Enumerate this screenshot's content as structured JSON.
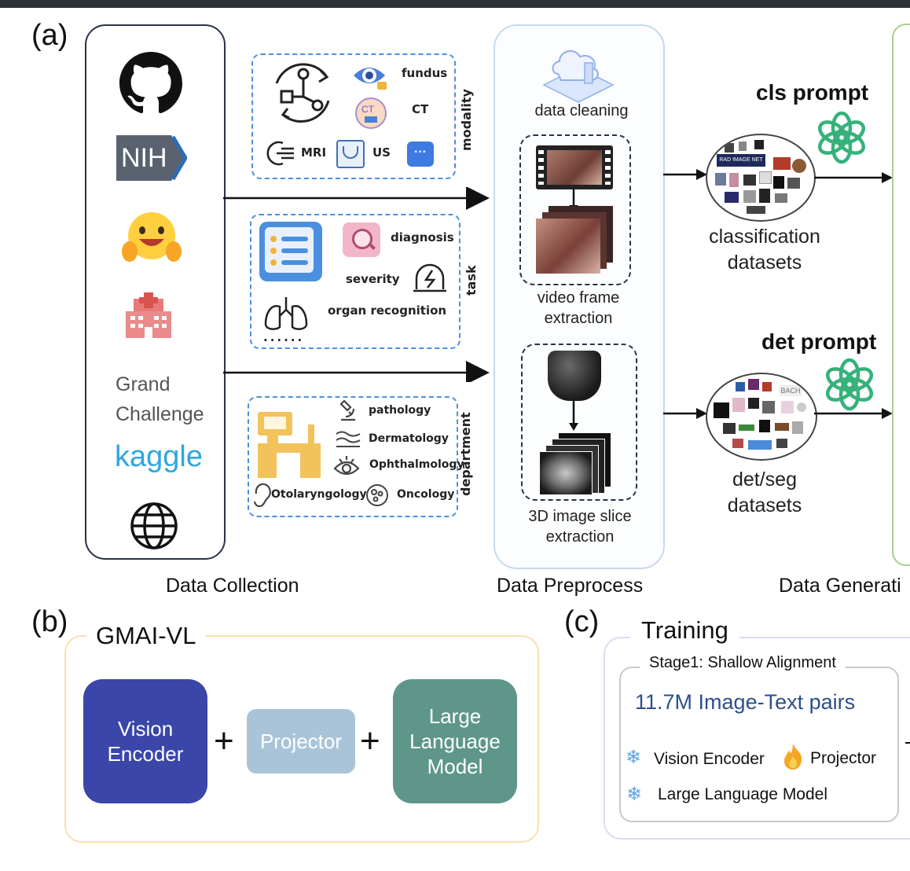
{
  "panel_labels": {
    "a": "(a)",
    "b": "(b)",
    "c": "(c)"
  },
  "sources": {
    "nih": "NIH",
    "grand_challenge_line1": "Grand",
    "grand_challenge_line2": "Challenge",
    "kaggle": "kaggle"
  },
  "modality": {
    "label": "modality",
    "items": {
      "fundus": "fundus",
      "ct": "CT",
      "mri": "MRI",
      "us": "US",
      "ct_icon": "CT"
    }
  },
  "task": {
    "label": "task",
    "items": {
      "diagnosis": "diagnosis",
      "severity": "severity",
      "organ": "organ  recognition",
      "more": "......"
    }
  },
  "department": {
    "label": "department",
    "items": {
      "pathology": "pathology",
      "dermatology": "Dermatology",
      "ophthalmology": "Ophthalmology",
      "otolaryngology": "Otolaryngology",
      "oncology": "Oncology"
    }
  },
  "preprocess": {
    "cleaning": "data cleaning",
    "video_line1": "video frame",
    "video_line2": "extraction",
    "slice_line1": "3D image slice",
    "slice_line2": "extraction"
  },
  "generation": {
    "cls_prompt": "cls prompt",
    "det_prompt": "det prompt",
    "cls_line1": "classification",
    "cls_line2": "datasets",
    "det_line1": "det/seg",
    "det_line2": "datasets",
    "cls_cluster_text": "RAD IMAGE NET",
    "det_cluster_text": "BACH"
  },
  "section_titles": {
    "collection": "Data Collection",
    "preprocess": "Data Preprocess",
    "generation": "Data Generati"
  },
  "panel_b": {
    "title": "GMAI-VL",
    "vision_line1": "Vision",
    "vision_line2": "Encoder",
    "projector": "Projector",
    "llm_line1": "Large",
    "llm_line2": "Language",
    "llm_line3": "Model",
    "plus": "+",
    "colors": {
      "vision": "#3a46a8",
      "projector": "#a9c4d8",
      "llm": "#5e968a"
    }
  },
  "panel_c": {
    "title": "Training",
    "stage": "Stage1: Shallow Alignment",
    "pairs": "11.7M  Image-Text pairs",
    "vision": "Vision Encoder",
    "projector": "Projector",
    "llm": "Large Language Model"
  },
  "icons": [
    "github-icon",
    "nih-logo",
    "hugging-face-icon",
    "hospital-icon",
    "globe-icon",
    "openai-icon",
    "snowflake-icon",
    "flame-icon"
  ]
}
